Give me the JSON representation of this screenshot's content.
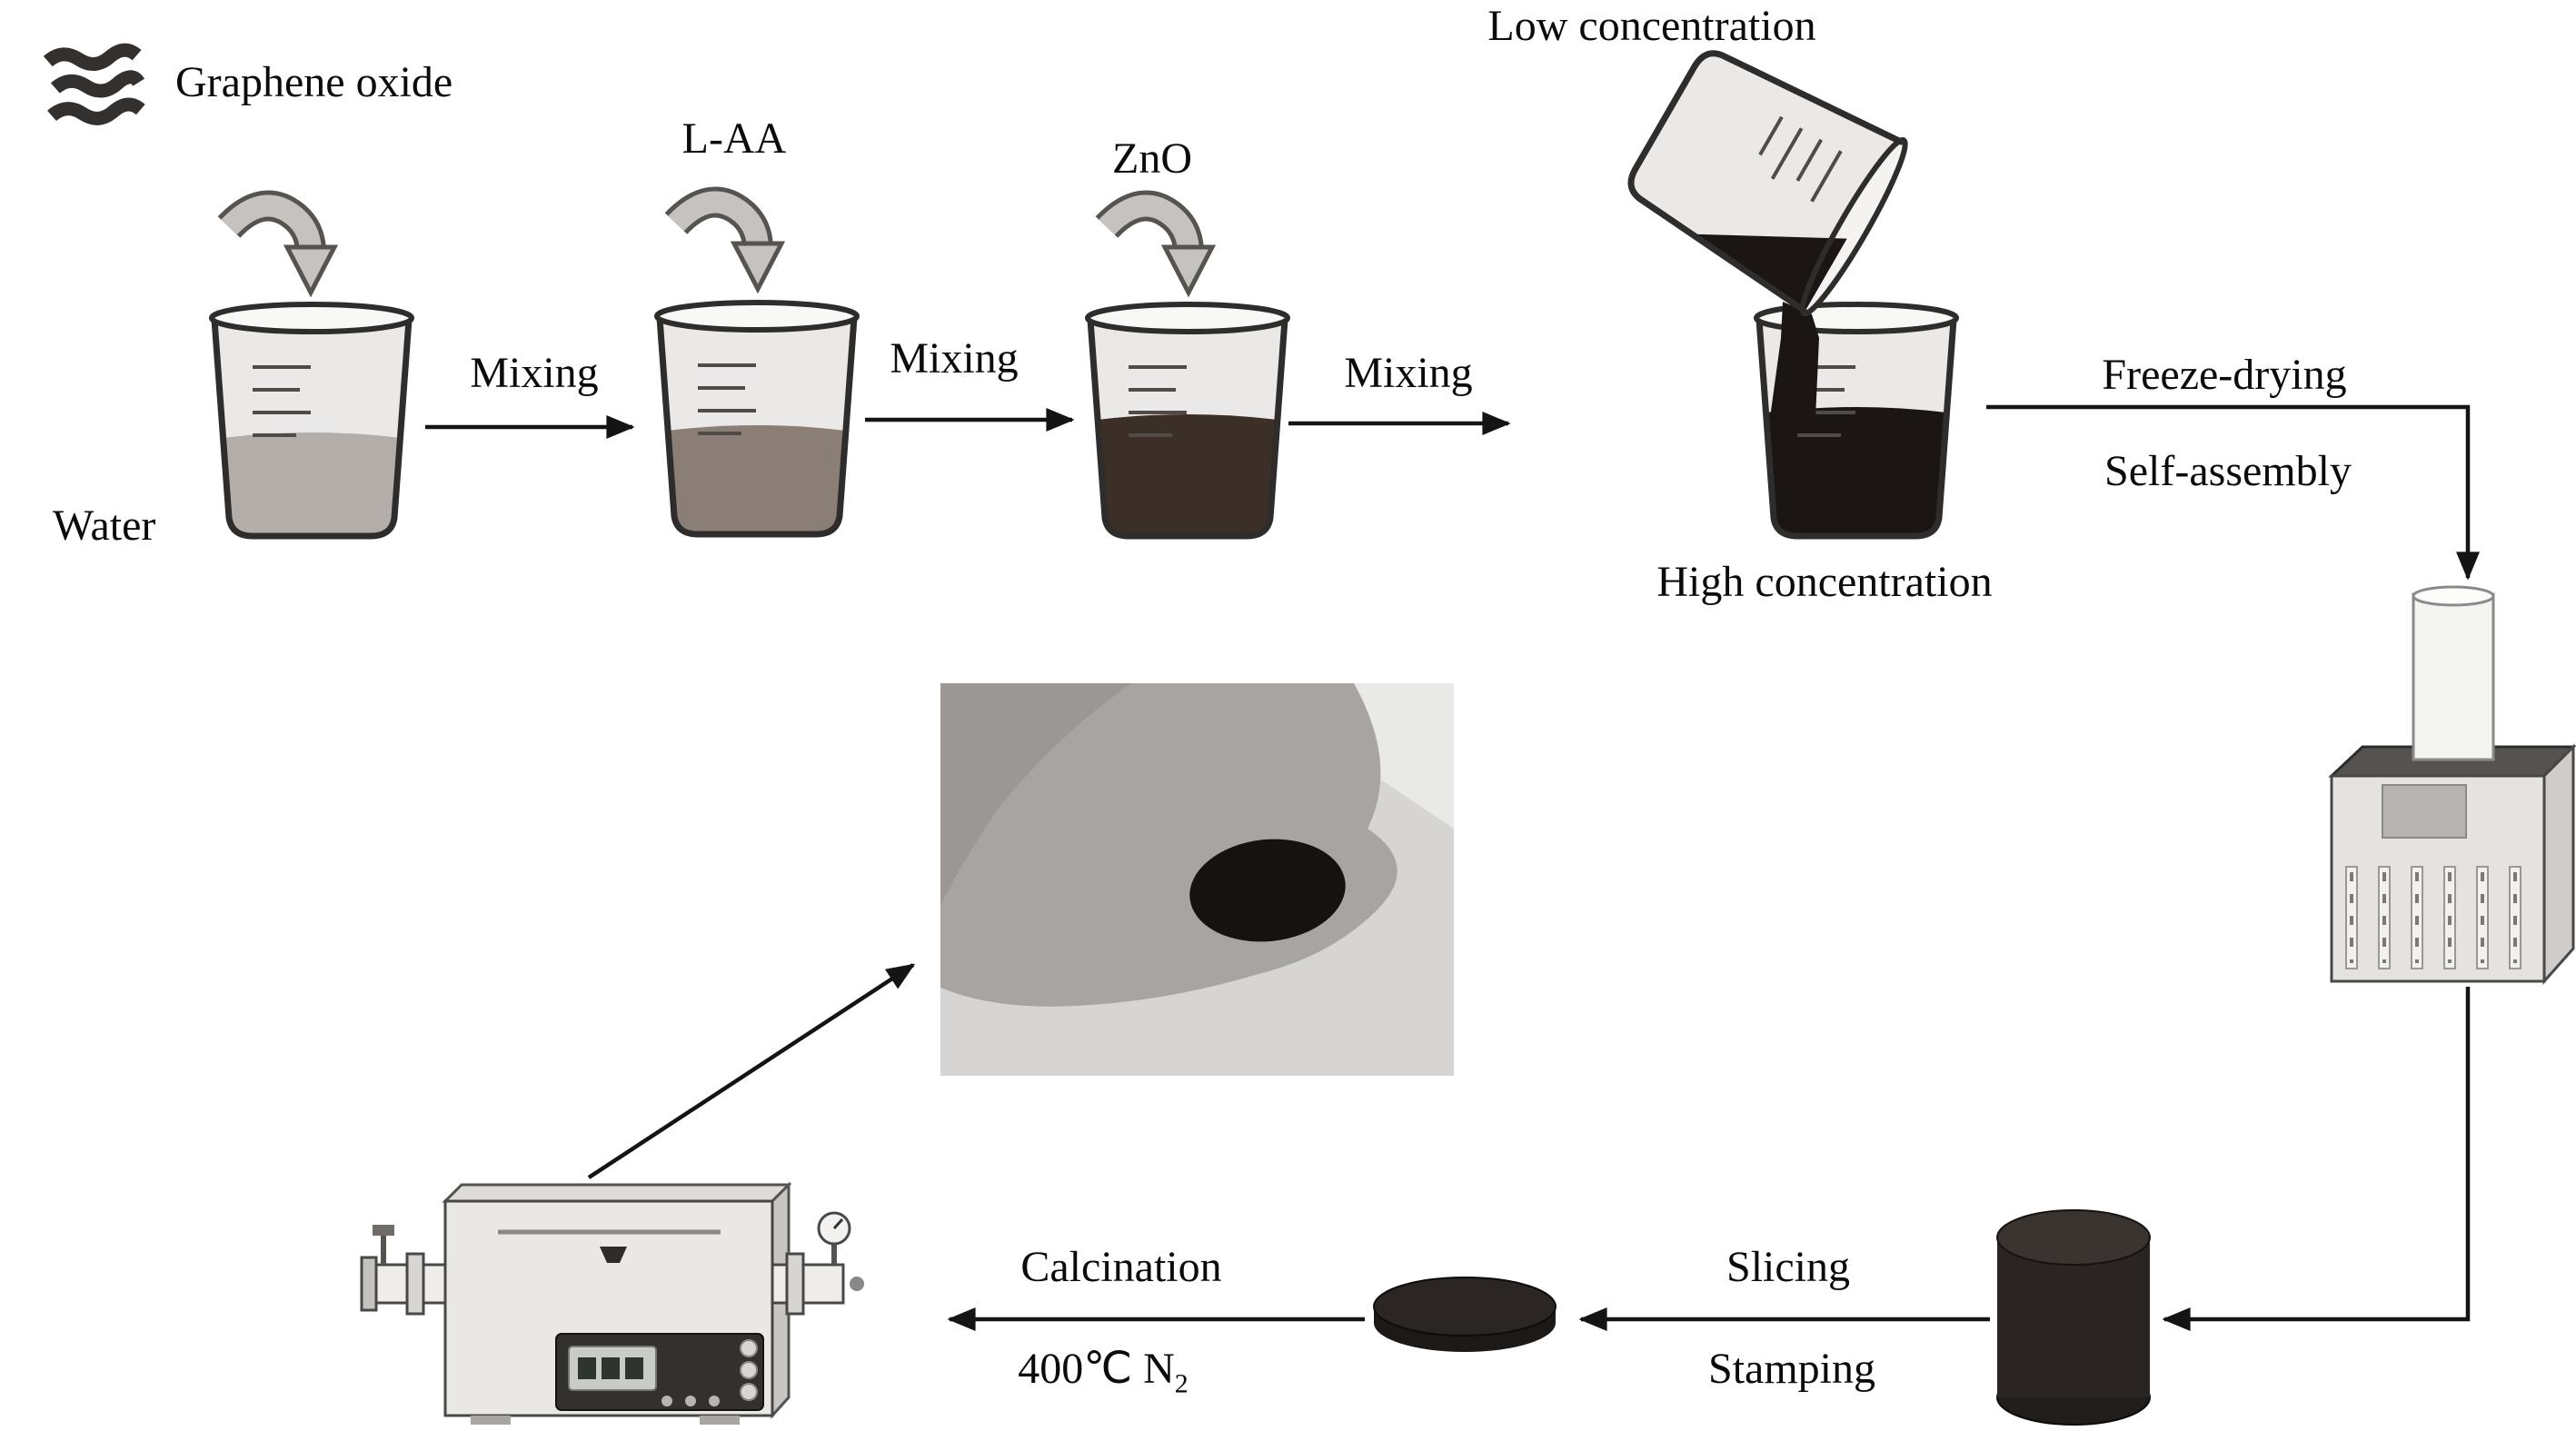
{
  "diagram": {
    "type": "process-flow-schematic",
    "background": "#ffffff"
  },
  "labels": {
    "graphene_oxide": "Graphene oxide",
    "water": "Water",
    "laa": "L-AA",
    "zno": "ZnO",
    "mixing": "Mixing",
    "low_concentration": "Low concentration",
    "high_concentration": "High concentration",
    "freeze_drying": "Freeze-drying",
    "self_assembly": "Self-assembly",
    "slicing": "Slicing",
    "stamping": "Stamping",
    "calcination": "Calcination",
    "calcination_temp": "400℃ N",
    "calcination_temp_sub": "2"
  },
  "colors": {
    "liquid_water": "#b3aeaa",
    "liquid_laa": "#8a7e77",
    "liquid_zno": "#3b2f28",
    "liquid_go": "#1b1614",
    "text": "#0b0b0b",
    "arrow": "#141414",
    "block_arrow_fill": "#c6c2bf",
    "sample_black": "#241f1d"
  }
}
